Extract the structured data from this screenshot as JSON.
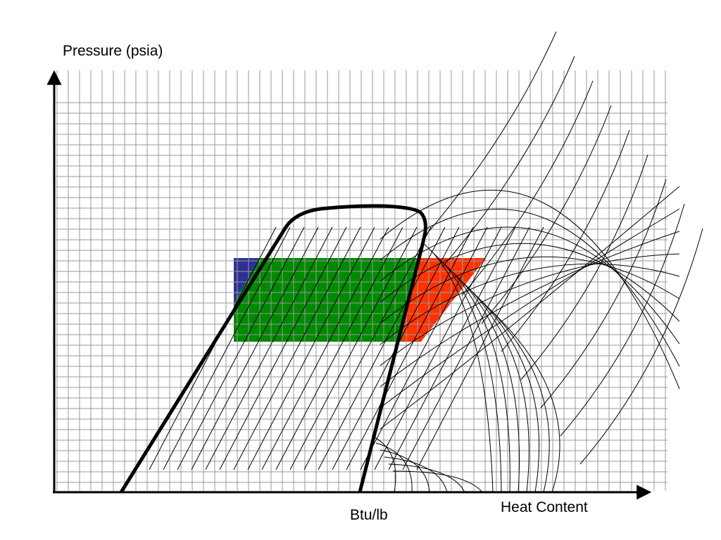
{
  "diagram": {
    "y_axis_label": "Pressure (psia)",
    "x_unit_label": "Btu/lb",
    "x_axis_label": "Heat Content",
    "regions": [
      {
        "name": "subcooled-region",
        "color": "#2e3192"
      },
      {
        "name": "mixture-region",
        "color": "#008a00"
      },
      {
        "name": "superheated-region",
        "color": "#ff3300"
      }
    ],
    "colors": {
      "grid": "#9a9a9a",
      "line": "#000000",
      "axis": "#000000"
    }
  }
}
